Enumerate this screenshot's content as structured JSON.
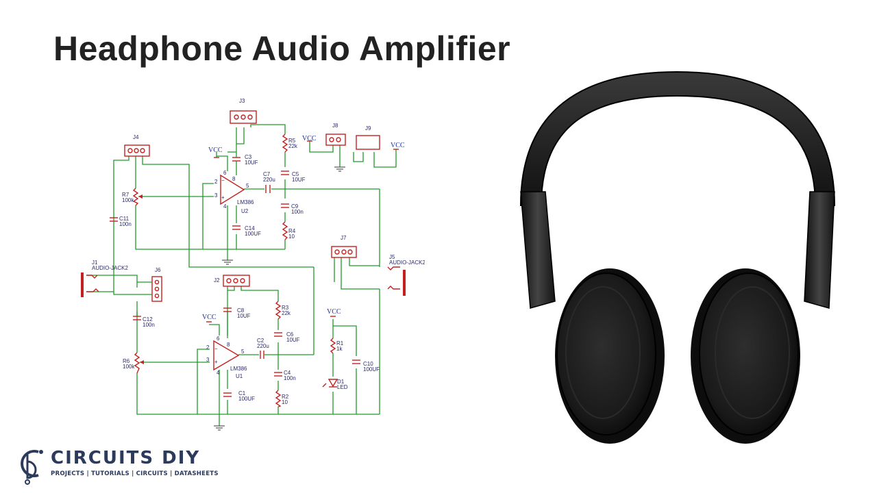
{
  "title": "Headphone Audio Amplifier",
  "schematic": {
    "vcc": "VCC",
    "connectors": [
      {
        "ref": "J1",
        "value": "AUDIO-JACK2"
      },
      {
        "ref": "J2"
      },
      {
        "ref": "J3"
      },
      {
        "ref": "J4"
      },
      {
        "ref": "J5",
        "value": "AUDIO-JACK2"
      },
      {
        "ref": "J6"
      },
      {
        "ref": "J7"
      },
      {
        "ref": "J8"
      },
      {
        "ref": "J9"
      }
    ],
    "ics": [
      {
        "ref": "U1",
        "value": "LM386"
      },
      {
        "ref": "U2",
        "value": "LM386"
      }
    ],
    "capacitors": [
      {
        "ref": "C1",
        "value": "100UF"
      },
      {
        "ref": "C2",
        "value": "220u"
      },
      {
        "ref": "C3",
        "value": "10UF"
      },
      {
        "ref": "C4",
        "value": "100n"
      },
      {
        "ref": "C5",
        "value": "10UF"
      },
      {
        "ref": "C6",
        "value": "10UF"
      },
      {
        "ref": "C7",
        "value": "220u"
      },
      {
        "ref": "C8",
        "value": "10UF"
      },
      {
        "ref": "C9",
        "value": "100n"
      },
      {
        "ref": "C10",
        "value": "100UF"
      },
      {
        "ref": "C11",
        "value": "100n"
      },
      {
        "ref": "C12",
        "value": "100n"
      },
      {
        "ref": "C14",
        "value": "100UF"
      }
    ],
    "resistors": [
      {
        "ref": "R1",
        "value": "1k"
      },
      {
        "ref": "R2",
        "value": "10"
      },
      {
        "ref": "R3",
        "value": "22k"
      },
      {
        "ref": "R4",
        "value": "10"
      },
      {
        "ref": "R5",
        "value": "22k"
      },
      {
        "ref": "R6",
        "value": "100k"
      },
      {
        "ref": "R7",
        "value": "100k"
      }
    ],
    "led": {
      "ref": "D1",
      "value": "LED"
    },
    "pins": {
      "p2": "2",
      "p3": "3",
      "p4": "4",
      "p5": "5",
      "p6": "6",
      "p8": "8"
    }
  },
  "logo": {
    "name": "CIRCUITS DIY",
    "tagline": "PROJECTS | TUTORIALS | CIRCUITS | DATASHEETS",
    "accent_color": "#2c3a5c"
  },
  "image": {
    "subject": "headphones-icon"
  }
}
